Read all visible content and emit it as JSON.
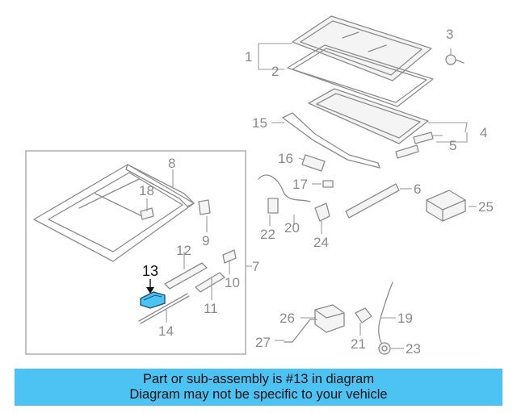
{
  "diagram": {
    "highlight_color": "#4cc3f3",
    "highlighted_part": "13",
    "callouts": [
      "1",
      "2",
      "3",
      "4",
      "5",
      "6",
      "7",
      "8",
      "9",
      "10",
      "11",
      "12",
      "13",
      "14",
      "15",
      "16",
      "17",
      "18",
      "19",
      "20",
      "21",
      "22",
      "23",
      "24",
      "25",
      "26",
      "27"
    ]
  },
  "banner": {
    "line1": "Part or sub-assembly is #13 in diagram",
    "line2": "Diagram may not be specific to your vehicle",
    "background": "#4cc3f3"
  }
}
